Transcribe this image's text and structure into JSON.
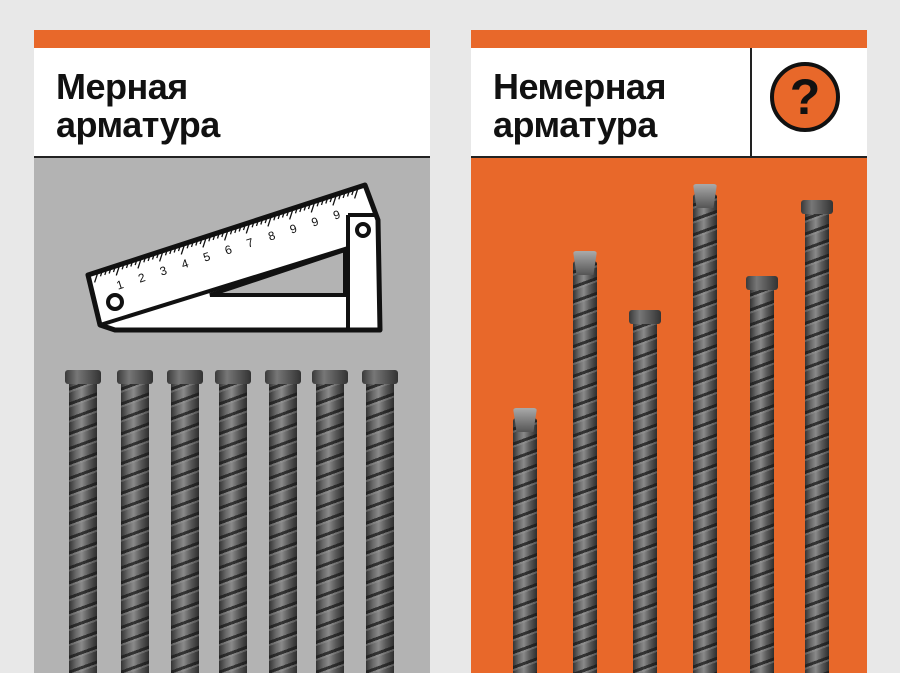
{
  "left_panel": {
    "title": "Мерная\nарматура",
    "background": "#b3b3b3",
    "accent": "#e8682a",
    "rebar_count": 7,
    "icon": "ruler-square-icon",
    "ruler_labels": [
      "1",
      "2",
      "3",
      "4",
      "5",
      "6",
      "7",
      "8",
      "9",
      "9",
      "9"
    ]
  },
  "right_panel": {
    "title": "Немерная\nарматура",
    "background": "#e8682a",
    "badge": "?",
    "icon": "question-icon",
    "rebar_count": 6
  }
}
